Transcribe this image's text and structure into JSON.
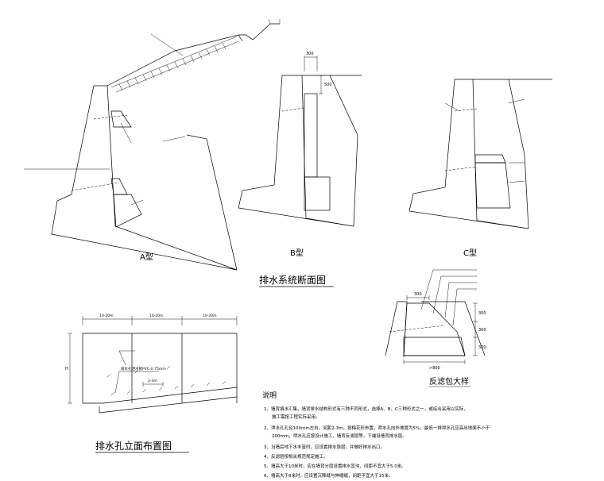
{
  "figures": {
    "a": {
      "label": "A型"
    },
    "b": {
      "label": "B型",
      "dim_top": "300",
      "dim_side": "500"
    },
    "c": {
      "label": "C型"
    }
  },
  "section_title": "排水系统断面图",
  "filter": {
    "title": "反滤包大样",
    "dim_top": "300",
    "dim_bottom": ">800",
    "dims_right": [
      "300",
      "300",
      "300"
    ]
  },
  "elevation": {
    "title": "排水孔立面布置图",
    "spacing": [
      "10-20m",
      "10-20m",
      "10-20m"
    ],
    "h_label": "H",
    "pipe_label": "排水孔泄水管PVC-U 75mm",
    "spacing_small": "2-3m"
  },
  "notes": {
    "title": "说明",
    "lines": [
      "1、墙背填水汇集，墙背排水结构形式有三种不同形式，选择A、B、C三种形式之一，或综合采用以实际，",
      "施工需按工程实际采用。",
      "2、泄水孔孔径100mm左右，间距2-3m，按梅花形布置，泄水孔向外坡度为5%，最低一排泄水孔应高出地面不小于",
      "200mm，泄水孔应按设计施工，墙背反滤层等，下端设墙背排水层。",
      "3、当墙后地下水丰富时，应设置排水垫层，并做好排水出口。",
      "4、反滤层按相关规范规定施工。",
      "5、墙高大于10米时，应在墙背分层设置排水盲沟，间距不宜大于5.0米。",
      "6、墙高大于8米时，应设置沉降缝与伸缩缝，间距不宜大于15米。"
    ]
  }
}
